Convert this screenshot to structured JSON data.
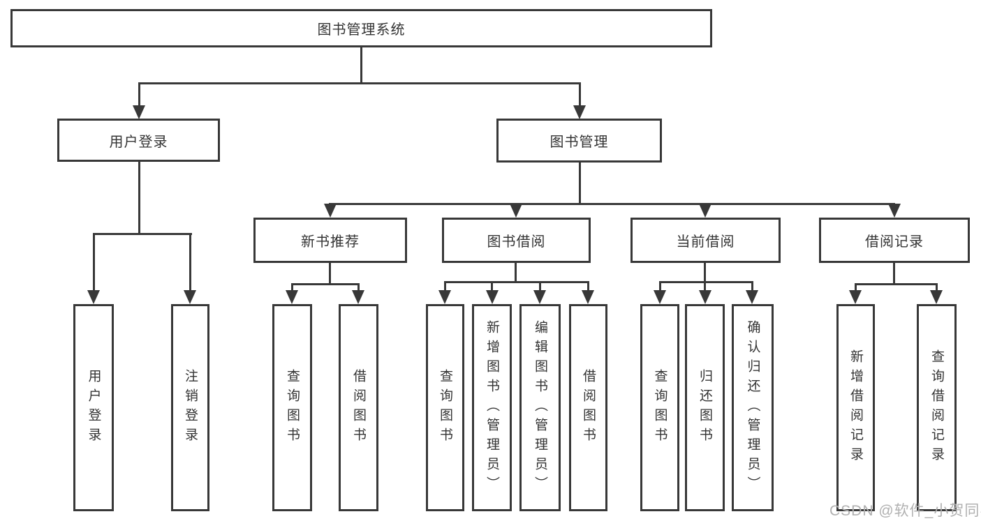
{
  "diagram": {
    "root": "图书管理系统",
    "children": [
      {
        "label": "用户登录",
        "children": [
          "用户登录",
          "注销登录"
        ]
      },
      {
        "label": "图书管理",
        "children": [
          {
            "label": "新书推荐",
            "children": [
              "查询图书",
              "借阅图书"
            ]
          },
          {
            "label": "图书借阅",
            "children": [
              "查询图书",
              "新增图书（管理员）",
              "编辑图书（管理员）",
              "借阅图书"
            ]
          },
          {
            "label": "当前借阅",
            "children": [
              "查询图书",
              "归还图书",
              "确认归还（管理员）"
            ]
          },
          {
            "label": "借阅记录",
            "children": [
              "新增借阅记录",
              "查询借阅记录"
            ]
          }
        ]
      }
    ],
    "watermark": "CSDN @软件_小贺同学",
    "colors": {
      "line": "#383838",
      "text": "#333333",
      "watermark": "#b0b0b0",
      "background": "#ffffff"
    }
  }
}
